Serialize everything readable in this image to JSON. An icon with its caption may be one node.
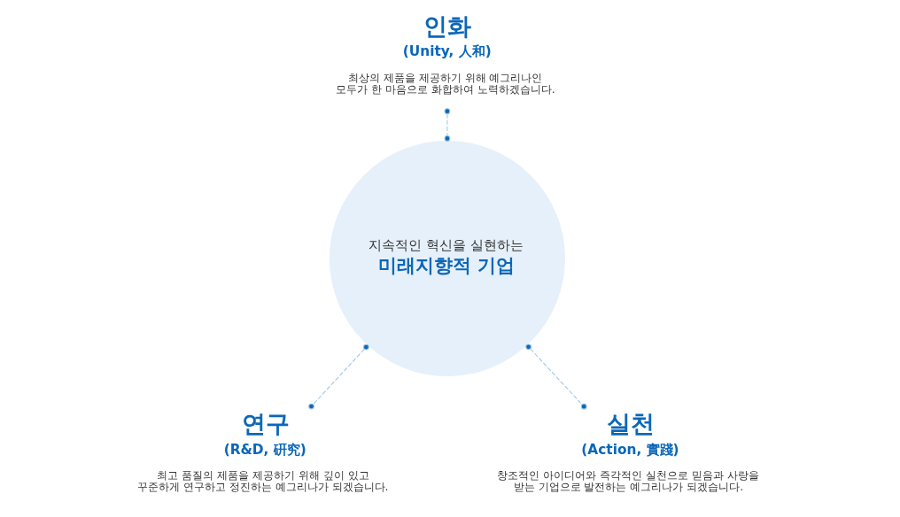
{
  "diagram": {
    "nodes": [
      {
        "text": [
          "인화",
          "(Unity, 人和)",
          "최상의 제품을 제공하기 위해 예그리나인 모두가 한 마음으로 화합하여 노력하겠습니다."
        ]
      },
      {
        "text": [
          "지속적인 혁신을 실현하는",
          "미래지향적 기업"
        ]
      },
      {
        "text": [
          "연구",
          "(R&D, 硏究)",
          "최고 품질의 제품을 제공하기 위해 깊이 있고 꾸준하게 연구하고 정진하는 예그리나가 되겠습니다."
        ]
      },
      {
        "text": [
          "실천",
          "(Action, 實踐)",
          "창조적인 아이디어와 즉각적인 실천으로 믿음과 사랑을 받는 기업으로 발전하는 예그리나가 되겠습니다."
        ]
      }
    ],
    "edges": [
      {
        "from": 0,
        "to": 1,
        "arrow": "other",
        "style": "dashed"
      },
      {
        "from": 1,
        "to": 2,
        "arrow": "other",
        "style": "dashed"
      },
      {
        "from": 1,
        "to": 3,
        "arrow": "other",
        "style": "dashed"
      }
    ]
  }
}
